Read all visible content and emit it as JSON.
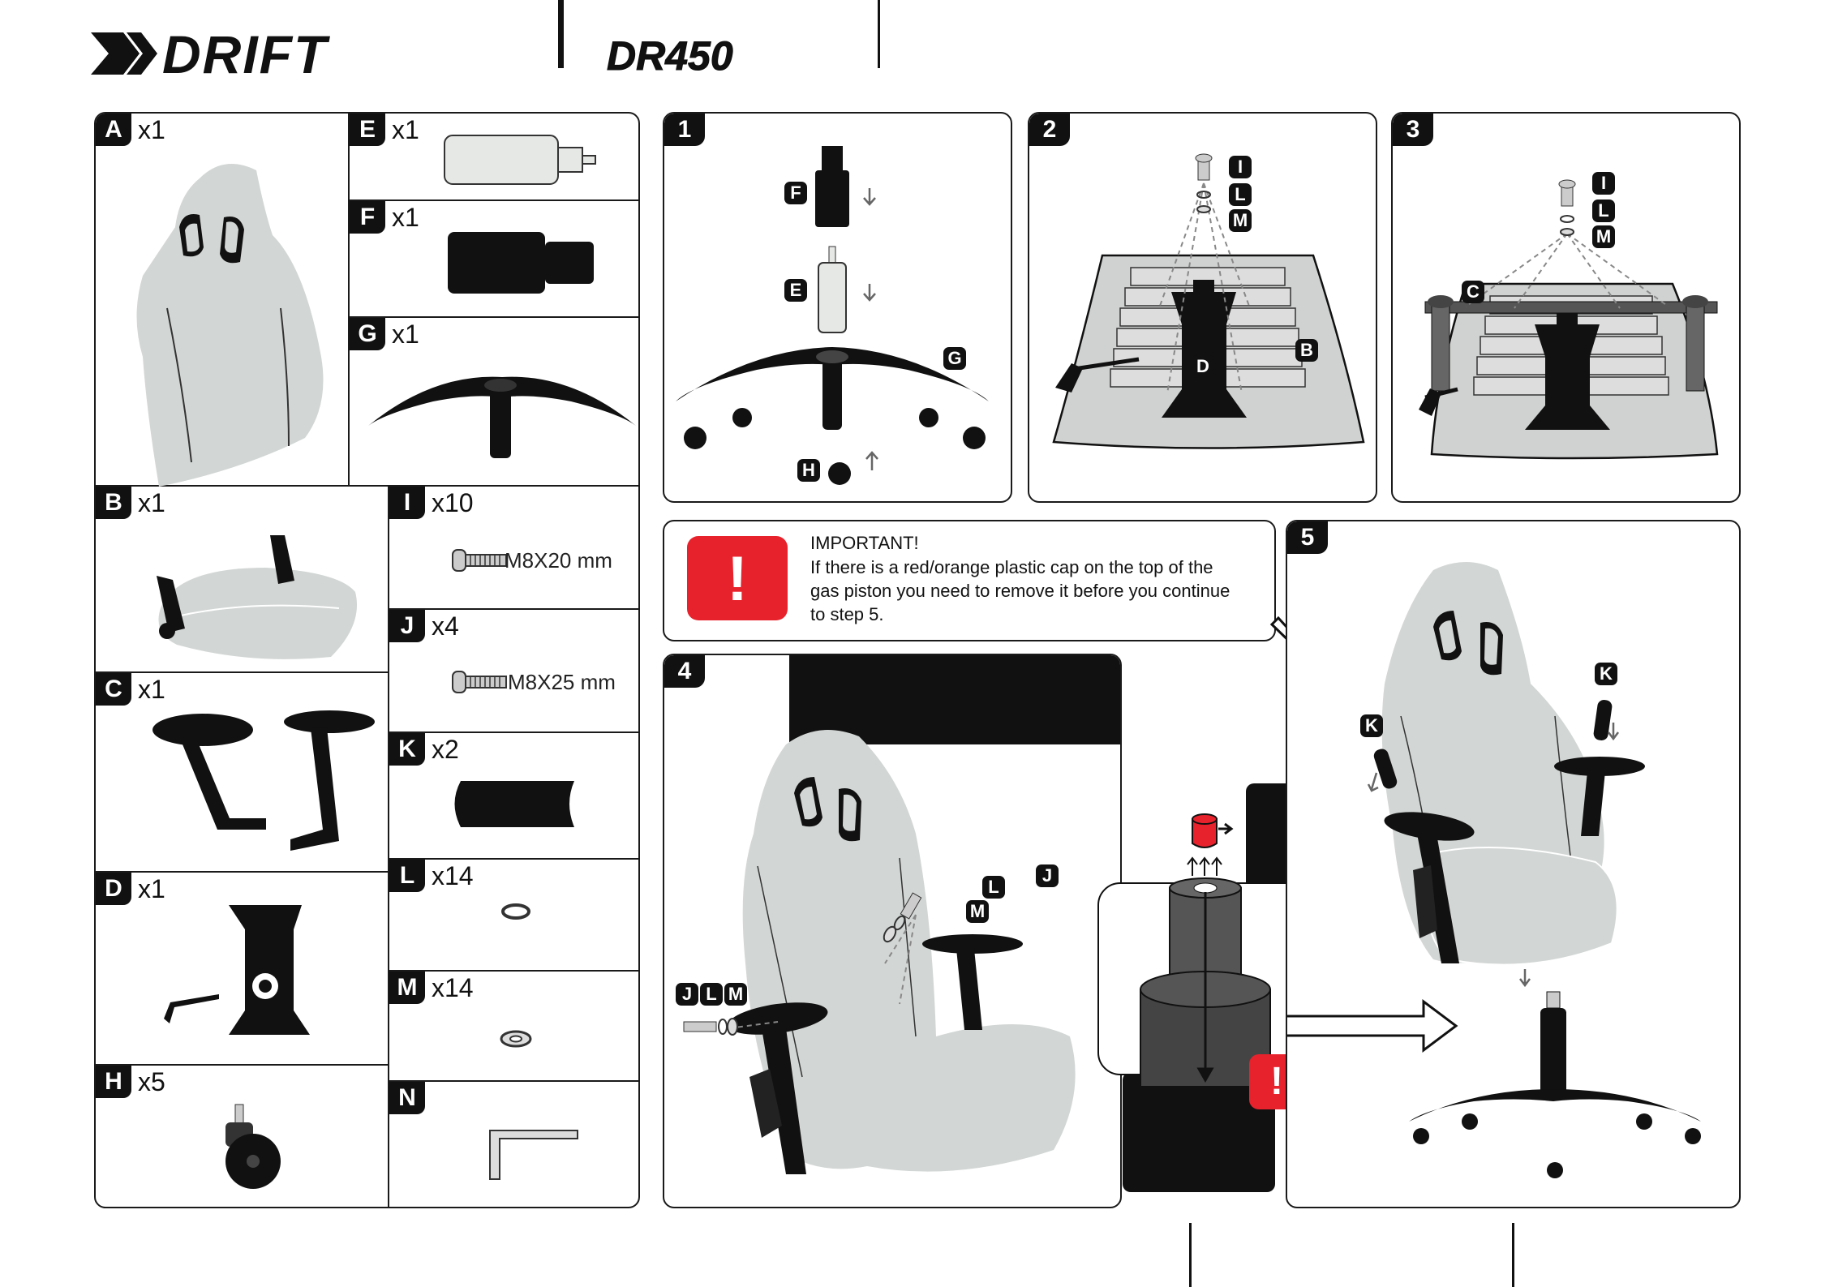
{
  "header": {
    "brand_logo": "DRIFT",
    "model_logo": "DR450"
  },
  "parts": [
    {
      "letter": "A",
      "qty": "x1"
    },
    {
      "letter": "E",
      "qty": "x1"
    },
    {
      "letter": "F",
      "qty": "x1"
    },
    {
      "letter": "G",
      "qty": "x1"
    },
    {
      "letter": "B",
      "qty": "x1"
    },
    {
      "letter": "I",
      "qty": "x10",
      "spec_pre": "M8X",
      "spec_num": "20",
      "spec_unit": " mm"
    },
    {
      "letter": "J",
      "qty": "x4",
      "spec": "M8X25 mm"
    },
    {
      "letter": "C",
      "qty": "x1"
    },
    {
      "letter": "K",
      "qty": "x2"
    },
    {
      "letter": "L",
      "qty": "x14"
    },
    {
      "letter": "D",
      "qty": "x1"
    },
    {
      "letter": "M",
      "qty": "x14"
    },
    {
      "letter": "H",
      "qty": "x5"
    },
    {
      "letter": "N",
      "qty": ""
    }
  ],
  "steps": [
    "1",
    "2",
    "3",
    "4",
    "5"
  ],
  "step1_tags": [
    "F",
    "E",
    "G",
    "H"
  ],
  "step2_tags": [
    "I",
    "L",
    "M",
    "D",
    "B"
  ],
  "step3_tags": [
    "I",
    "L",
    "M",
    "C"
  ],
  "step4_tags": [
    "J",
    "L",
    "M",
    "J",
    "L",
    "M"
  ],
  "step5_tags": [
    "K",
    "K"
  ],
  "important": {
    "icon": "exclamation-icon",
    "title": "IMPORTANT!",
    "lines": [
      "If there is a red/orange plastic cap on the top of the",
      "gas piston you need to remove it before you continue",
      "to step 5."
    ]
  },
  "colors": {
    "accent_red": "#e8222c",
    "chair_grey": "#d2d6d5",
    "outline": "#1a1a1a"
  }
}
